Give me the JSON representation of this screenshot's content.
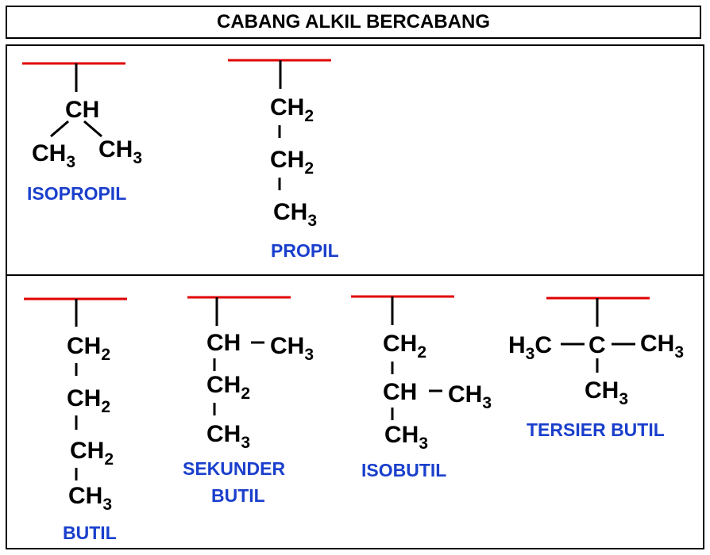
{
  "title": "CABANG ALKIL BERCABANG",
  "colors": {
    "attachment_line": "#e00000",
    "name_text": "#1a3fcc",
    "formula_text": "#000000"
  },
  "groups": {
    "isopropil": {
      "name": "ISOPROPIL",
      "ch": "CH",
      "c": "CH",
      "n": "3"
    },
    "propil": {
      "name": "PROPIL",
      "ch": "CH",
      "c": "CH",
      "n2": "2",
      "n3": "3"
    },
    "butil": {
      "name": "BUTIL",
      "ch": "CH",
      "n2": "2",
      "n3": "3"
    },
    "sekunder_butil": {
      "name_line1": "SEKUNDER",
      "name_line2": "BUTIL",
      "ch": "CH",
      "n2": "2",
      "n3": "3"
    },
    "isobutil": {
      "name": "ISOBUTIL",
      "ch": "CH",
      "n2": "2",
      "n3": "3"
    },
    "tersier_butil": {
      "name": "TERSIER BUTIL",
      "h": "H",
      "c": "C",
      "ch": "CH",
      "n3": "3"
    }
  }
}
